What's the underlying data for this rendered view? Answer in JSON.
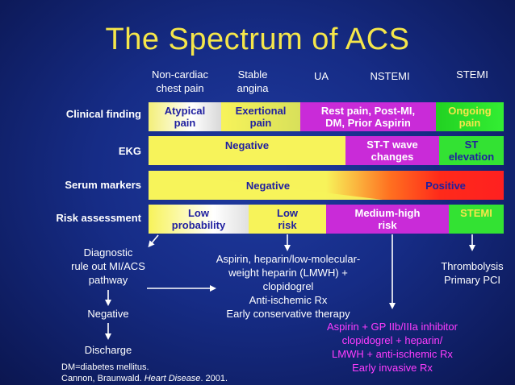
{
  "title": "The Spectrum of ACS",
  "headers": {
    "noncardiac": "Non-cardiac\nchest pain",
    "stable": "Stable\nangina",
    "ua": "UA",
    "nstemi": "NSTEMI",
    "stemi": "STEMI"
  },
  "rows": {
    "clinical": "Clinical finding",
    "ekg": "EKG",
    "serum": "Serum markers",
    "risk": "Risk assessment"
  },
  "clinical": {
    "atypical": "Atypical\npain",
    "exertional": "Exertional\npain",
    "rest": "Rest pain, Post-MI,\nDM, Prior Aspirin",
    "ongoing": "Ongoing\npain"
  },
  "ekg": {
    "negative": "Negative",
    "stt": "ST-T wave\nchanges",
    "st": "ST\nelevation"
  },
  "serum": {
    "negative": "Negative",
    "positive": "Positive"
  },
  "risk": {
    "low_prob": "Low\nprobability",
    "low_risk": "Low\nrisk",
    "medium": "Medium-high\nrisk",
    "stemi": "STEMI"
  },
  "flow": {
    "diagnostic": "Diagnostic\nrule out MI/ACS\npathway",
    "negative": "Negative",
    "discharge": "Discharge",
    "aspirin": "Aspirin, heparin/low-molecular-\nweight heparin (LMWH) +\nclopidogrel\nAnti-ischemic Rx\nEarly conservative therapy",
    "gp": "Aspirin + GP IIb/IIIa inhibitor\nclopidogrel + heparin/\nLMWH + anti-ischemic Rx\nEarly invasive Rx",
    "thrombolysis": "Thrombolysis\nPrimary PCI"
  },
  "footnote": {
    "line1": "DM=diabetes mellitus.",
    "line2_pre": "Cannon, Braunwald. ",
    "line2_italic": "Heart Disease",
    "line2_post": ". 2001."
  },
  "colors": {
    "title": "#f5e64a",
    "yellow": "#f7f35a",
    "magenta": "#c92bd8",
    "green": "#33e233",
    "highlight_text": "#ff3cff"
  }
}
